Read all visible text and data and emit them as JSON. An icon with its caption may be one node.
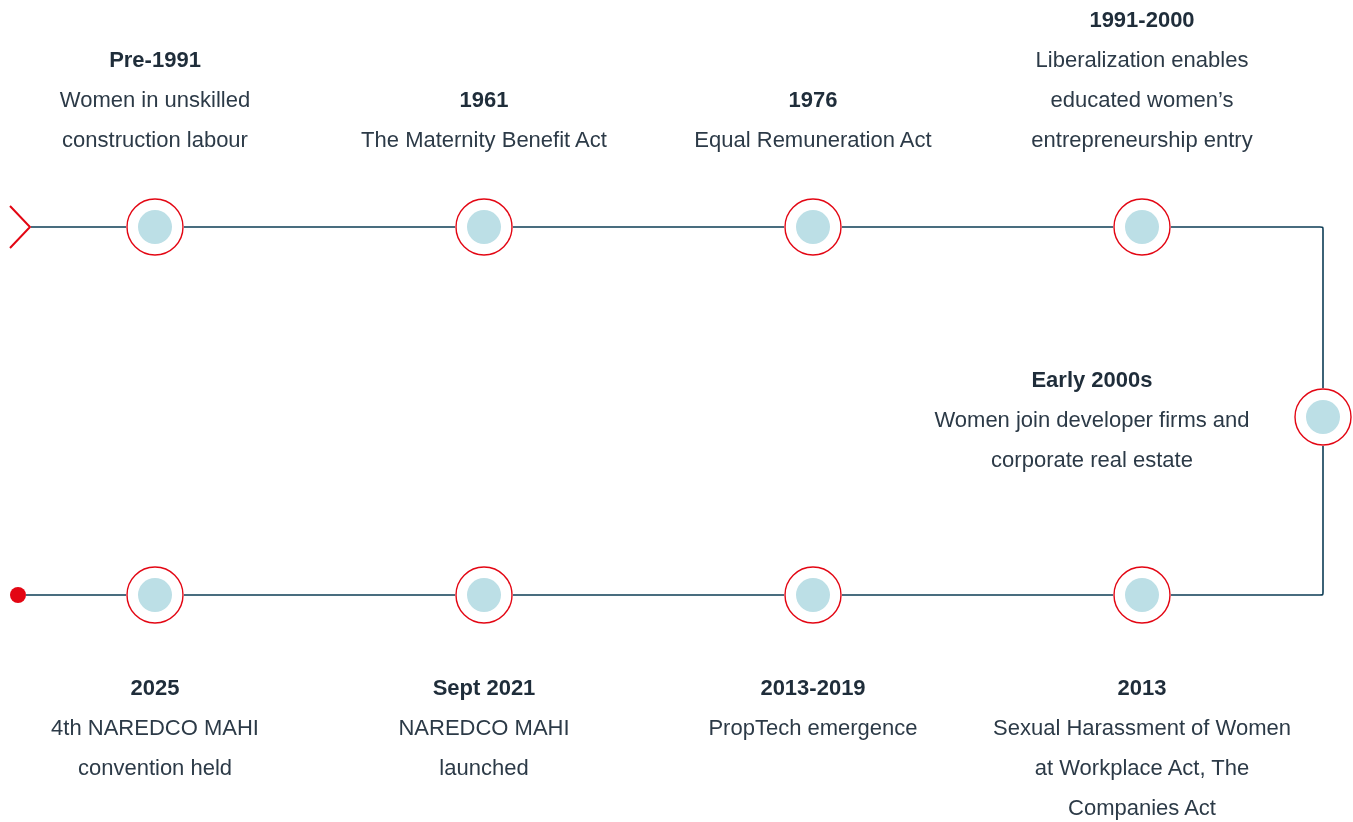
{
  "diagram": {
    "nodes": [
      {
        "text": [],
        "shape": "chevron"
      },
      {
        "text": [],
        "shape": "circle",
        "beside": [
          "Pre-1991",
          "Women in unskilled construction labour"
        ]
      },
      {
        "text": [],
        "shape": "circle",
        "beside": [
          "1961",
          "The Maternity Benefit Act"
        ]
      },
      {
        "text": [],
        "shape": "circle",
        "beside": [
          "1976",
          "Equal Remuneration Act"
        ]
      },
      {
        "text": [],
        "shape": "circle",
        "beside": [
          "1991-2000",
          "Liberalization enables educated women’s entrepreneurship entry"
        ]
      },
      {
        "text": [],
        "shape": "circle",
        "beside": [
          "Early 2000s",
          "Women join developer firms and corporate real estate"
        ]
      },
      {
        "text": [],
        "shape": "dot"
      },
      {
        "text": [],
        "shape": "circle",
        "beside": [
          "2025",
          "4th NAREDCO MAHI convention held"
        ]
      },
      {
        "text": [],
        "shape": "circle",
        "beside": [
          "Sept 2021",
          "NAREDCO MAHI launched"
        ]
      },
      {
        "text": [],
        "shape": "circle",
        "beside": [
          "2013-2019",
          "PropTech emergence"
        ]
      },
      {
        "text": [],
        "shape": "circle",
        "beside": [
          "2013",
          "Sexual Harassment of Women at Workplace Act, The Companies Act"
        ]
      }
    ],
    "edges": [
      {
        "from": 0,
        "to": 1,
        "arrow": "none"
      },
      {
        "from": 1,
        "to": 2,
        "arrow": "none"
      },
      {
        "from": 2,
        "to": 3,
        "arrow": "none"
      },
      {
        "from": 3,
        "to": 4,
        "arrow": "none"
      },
      {
        "from": 4,
        "to": 5,
        "arrow": "none"
      },
      {
        "from": 5,
        "to": 10,
        "arrow": "none"
      },
      {
        "from": 10,
        "to": 9,
        "arrow": "none"
      },
      {
        "from": 9,
        "to": 8,
        "arrow": "none"
      },
      {
        "from": 8,
        "to": 7,
        "arrow": "none"
      },
      {
        "from": 7,
        "to": 6,
        "arrow": "none"
      }
    ]
  }
}
